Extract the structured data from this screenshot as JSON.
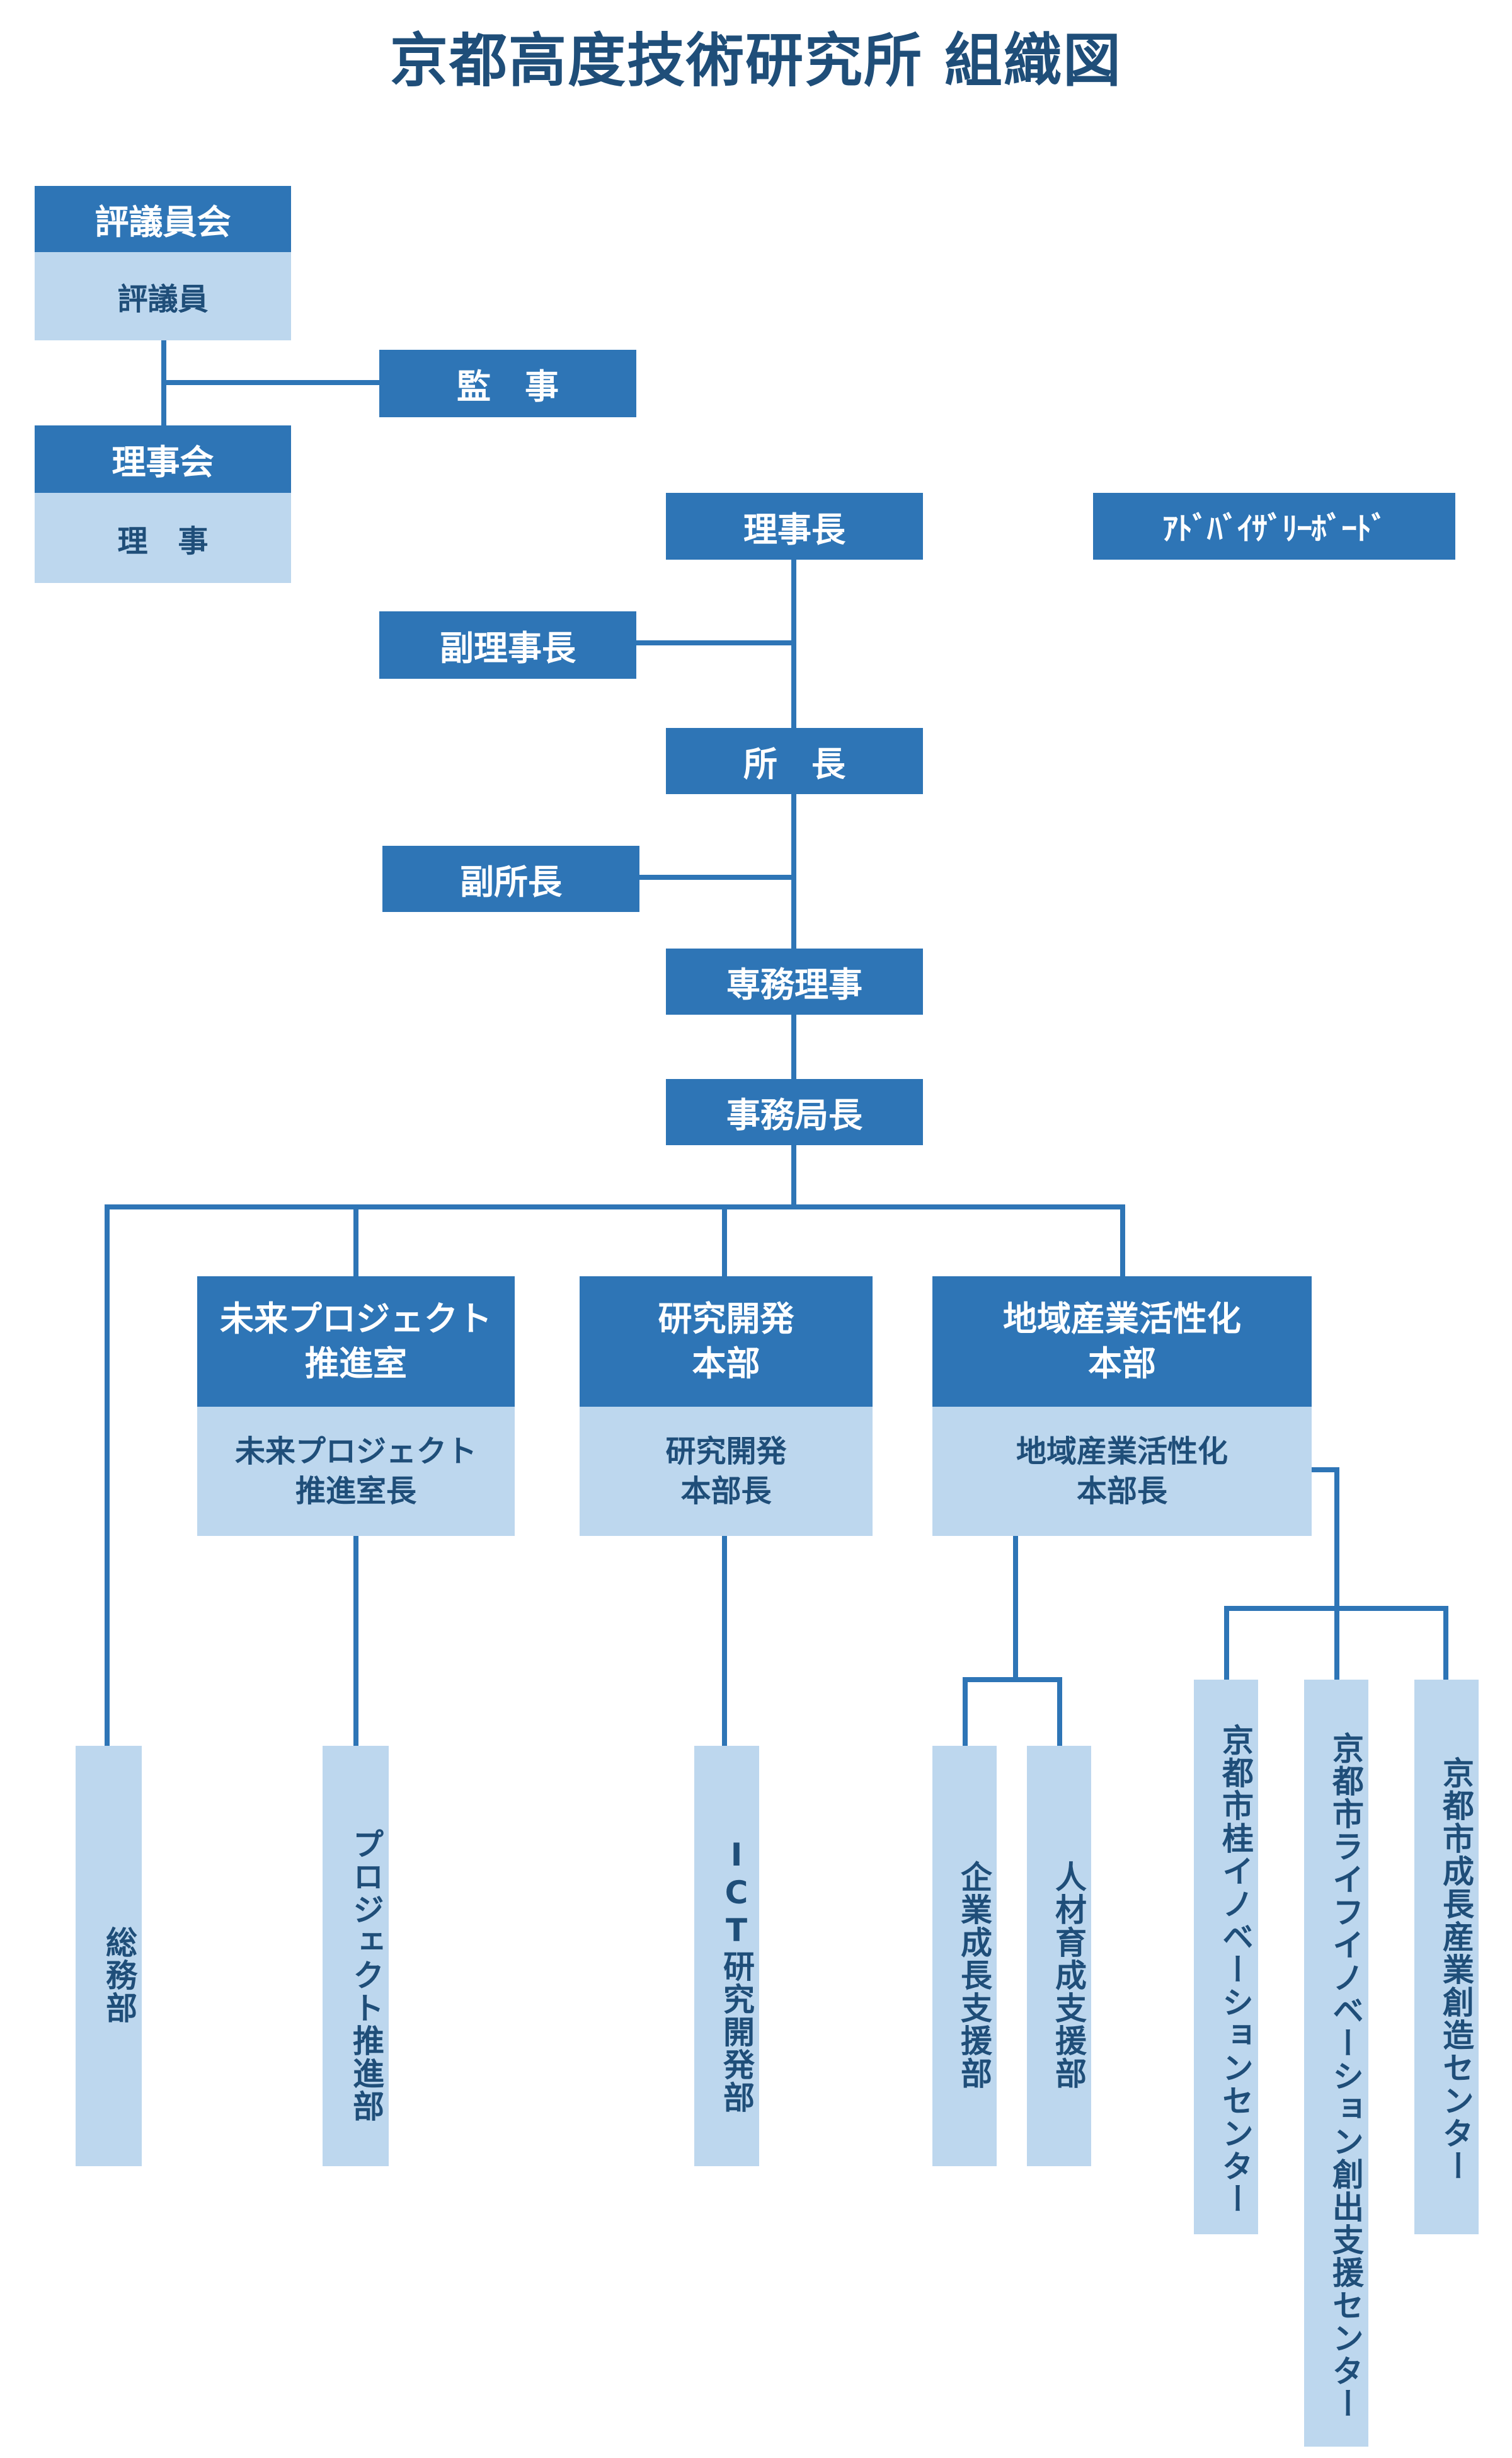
{
  "title": "京都高度技術研究所 組織図",
  "colors": {
    "dark_box": "#2e75b6",
    "light_box": "#bdd7ee",
    "dark_text": "#1f4e79",
    "title_text": "#1f4e79",
    "connector": "#2e75b6"
  },
  "governance": {
    "council": {
      "header": "評議員会",
      "member": "評議員"
    },
    "auditor": {
      "label": "監　事"
    },
    "board": {
      "header": "理事会",
      "member": "理　事"
    }
  },
  "executives": {
    "chairman": "理事長",
    "advisory_board": "ｱﾄﾞﾊﾞｲｻﾞﾘｰﾎﾞｰﾄﾞ",
    "vice_chairman": "副理事長",
    "director": "所　長",
    "deputy_director": "副所長",
    "managing_director": "専務理事",
    "secretary_general": "事務局長"
  },
  "divisions": [
    {
      "header": "未来プロジェクト\n推進室",
      "head": "未来プロジェクト\n推進室長",
      "units": [
        "プロジェクト推進部"
      ]
    },
    {
      "header": "研究開発\n本部",
      "head": "研究開発\n本部長",
      "units": [
        "ICT研究開発部"
      ]
    },
    {
      "header": "地域産業活性化\n本部",
      "head": "地域産業活性化\n本部長",
      "units": [
        "企業成長支援部",
        "人材育成支援部"
      ],
      "centers": [
        "京都市桂イノベーションセンター",
        "京都市ライフイノベーション創出支援センター",
        "京都市成長産業創造センター"
      ]
    }
  ],
  "general_affairs": "総務部"
}
